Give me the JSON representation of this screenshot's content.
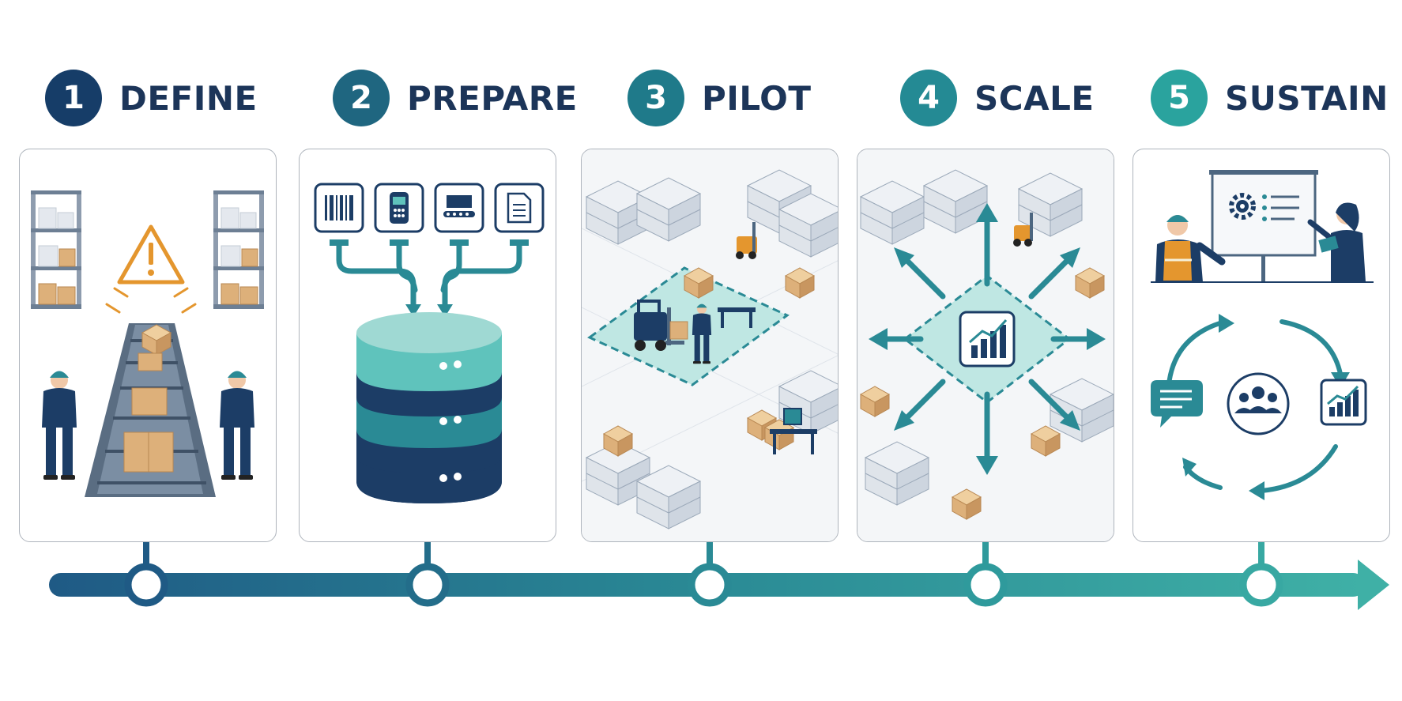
{
  "colors": {
    "navy": "#1c3d66",
    "teal": "#2a8a95",
    "mint": "#5fc3bc",
    "light_mint": "#bfe7e3",
    "steel": "#4c6680",
    "amber": "#e4962e",
    "box": "#ddb07a"
  },
  "stages": [
    {
      "number": "1",
      "title": "DEFINE",
      "color": "#163d68",
      "icons": [
        "warning-icon",
        "conveyor-belt",
        "worker-figure",
        "storage-rack"
      ]
    },
    {
      "number": "2",
      "title": "PREPARE",
      "color": "#1f6680",
      "icons": [
        "barcode-icon",
        "scanner-icon",
        "conveyor-icon",
        "document-icon",
        "database-icon"
      ]
    },
    {
      "number": "3",
      "title": "PILOT",
      "color": "#1f7a8a",
      "icons": [
        "forklift-icon",
        "worker-figure",
        "pilot-zone",
        "storage-rack"
      ]
    },
    {
      "number": "4",
      "title": "SCALE",
      "color": "#248a94",
      "icons": [
        "growth-chart-icon",
        "expand-arrows",
        "storage-rack"
      ]
    },
    {
      "number": "5",
      "title": "SUSTAIN",
      "color": "#2aa39e",
      "icons": [
        "presentation-board",
        "gear-icon",
        "team-icon",
        "chat-icon",
        "growth-chart-icon",
        "cycle-arrows"
      ]
    }
  ]
}
